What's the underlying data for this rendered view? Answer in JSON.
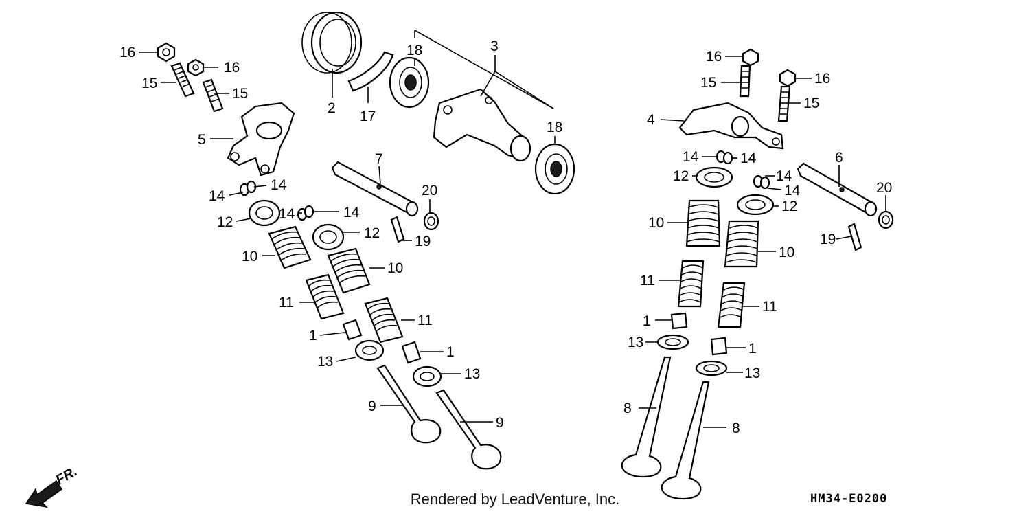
{
  "footer": {
    "rendered_by": "Rendered by LeadVenture, Inc."
  },
  "diagram_code": "HM34-E0200",
  "front_marker": "FR.",
  "callouts": {
    "c1a": "1",
    "c1b": "1",
    "c1c": "1",
    "c1d": "1",
    "c2": "2",
    "c3": "3",
    "c4": "4",
    "c5": "5",
    "c6": "6",
    "c7": "7",
    "c8a": "8",
    "c8b": "8",
    "c9a": "9",
    "c9b": "9",
    "c10a": "10",
    "c10b": "10",
    "c10c": "10",
    "c10d": "10",
    "c11a": "11",
    "c11b": "11",
    "c11c": "11",
    "c11d": "11",
    "c12a": "12",
    "c12b": "12",
    "c12c": "12",
    "c12d": "12",
    "c13a": "13",
    "c13b": "13",
    "c13c": "13",
    "c13d": "13",
    "c14a": "14",
    "c14b": "14",
    "c14c": "14",
    "c14d": "14",
    "c14e": "14",
    "c14f": "14",
    "c14g": "14",
    "c14h": "14",
    "c15a": "15",
    "c15b": "15",
    "c15c": "15",
    "c15d": "15",
    "c16a": "16",
    "c16b": "16",
    "c16c": "16",
    "c16d": "16",
    "c17": "17",
    "c18a": "18",
    "c18b": "18",
    "c19a": "19",
    "c19b": "19",
    "c20a": "20",
    "c20b": "20"
  }
}
